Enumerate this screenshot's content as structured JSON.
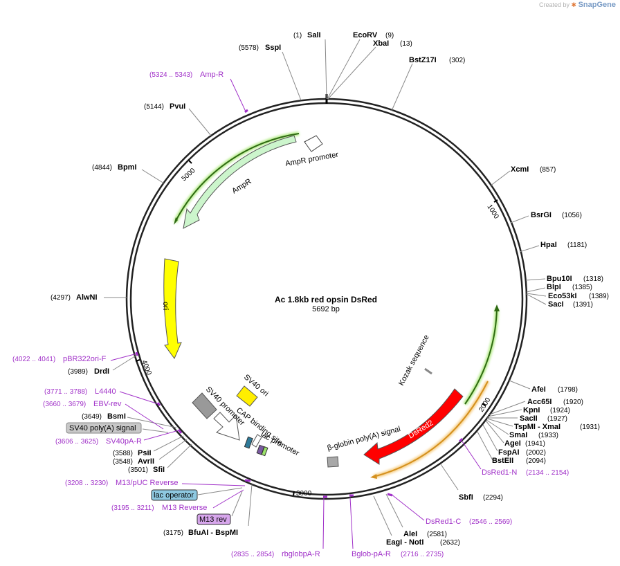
{
  "watermark": {
    "prefix": "Created by",
    "brand": "SnapGene"
  },
  "plasmid": {
    "name": "Ac 1.8kb red opsin DsRed",
    "length_label": "5692 bp",
    "length": 5692
  },
  "ticks": [
    {
      "bp": 1000,
      "label": "1000"
    },
    {
      "bp": 2000,
      "label": "2000"
    },
    {
      "bp": 3000,
      "label": "3000"
    },
    {
      "bp": 4000,
      "label": "4000"
    },
    {
      "bp": 5000,
      "label": "5000"
    }
  ],
  "sites": [
    {
      "name": "SalI",
      "pos": "(1)",
      "bp": 1
    },
    {
      "name": "EcoRV",
      "pos": "(9)",
      "bp": 9
    },
    {
      "name": "XbaI",
      "pos": "(13)",
      "bp": 13
    },
    {
      "name": "BstZ17I",
      "pos": "(302)",
      "bp": 302
    },
    {
      "name": "XcmI",
      "pos": "(857)",
      "bp": 857
    },
    {
      "name": "BsrGI",
      "pos": "(1056)",
      "bp": 1056
    },
    {
      "name": "HpaI",
      "pos": "(1181)",
      "bp": 1181
    },
    {
      "name": "Bpu10I",
      "pos": "(1318)",
      "bp": 1318
    },
    {
      "name": "BlpI",
      "pos": "(1385)",
      "bp": 1385
    },
    {
      "name": "Eco53kI",
      "pos": "(1389)",
      "bp": 1389
    },
    {
      "name": "SacI",
      "pos": "(1391)",
      "bp": 1391
    },
    {
      "name": "AfeI",
      "pos": "(1798)",
      "bp": 1798
    },
    {
      "name": "Acc65I",
      "pos": "(1920)",
      "bp": 1920
    },
    {
      "name": "KpnI",
      "pos": "(1924)",
      "bp": 1924
    },
    {
      "name": "SacII",
      "pos": "(1927)",
      "bp": 1927
    },
    {
      "name": "TspMI - XmaI",
      "pos": "(1931)",
      "bp": 1931
    },
    {
      "name": "SmaI",
      "pos": "(1933)",
      "bp": 1933
    },
    {
      "name": "AgeI",
      "pos": "(1941)",
      "bp": 1941
    },
    {
      "name": "FspAI",
      "pos": "(2002)",
      "bp": 2002
    },
    {
      "name": "BstEII",
      "pos": "(2094)",
      "bp": 2094
    },
    {
      "name": "SbfI",
      "pos": "(2294)",
      "bp": 2294
    },
    {
      "name": "AleI",
      "pos": "(2581)",
      "bp": 2581
    },
    {
      "name": "EagI - NotI",
      "pos": "(2632)",
      "bp": 2632
    },
    {
      "name": "BfuAI - BspMI",
      "pos": "(3175)",
      "bp": 3175
    },
    {
      "name": "SfiI",
      "pos": "(3501)",
      "bp": 3501
    },
    {
      "name": "AvrII",
      "pos": "(3548)",
      "bp": 3548
    },
    {
      "name": "PsiI",
      "pos": "(3588)",
      "bp": 3588
    },
    {
      "name": "BsmI",
      "pos": "(3649)",
      "bp": 3649
    },
    {
      "name": "DrdI",
      "pos": "(3989)",
      "bp": 3989
    },
    {
      "name": "AlwNI",
      "pos": "(4297)",
      "bp": 4297
    },
    {
      "name": "BpmI",
      "pos": "(4844)",
      "bp": 4844
    },
    {
      "name": "PvuI",
      "pos": "(5144)",
      "bp": 5144
    },
    {
      "name": "SspI",
      "pos": "(5578)",
      "bp": 5578
    }
  ],
  "primers": [
    {
      "name": "Amp-R",
      "range": "(5324 .. 5343)"
    },
    {
      "name": "pBR322ori-F",
      "range": "(4022 .. 4041)"
    },
    {
      "name": "L4440",
      "range": "(3771 .. 3788)"
    },
    {
      "name": "EBV-rev",
      "range": "(3660 .. 3679)"
    },
    {
      "name": "SV40pA-R",
      "range": "(3606 .. 3625)"
    },
    {
      "name": "M13/pUC Reverse",
      "range": "(3208 .. 3230)"
    },
    {
      "name": "M13 Reverse",
      "range": "(3195 .. 3211)"
    },
    {
      "name": "rbglobpA-R",
      "range": "(2835 .. 2854)"
    },
    {
      "name": "Bglob-pA-R",
      "range": "(2716 .. 2735)"
    },
    {
      "name": "DsRed1-C",
      "range": "(2546 .. 2569)"
    },
    {
      "name": "DsRed1-N",
      "range": "(2134 .. 2154)"
    }
  ],
  "boxed_labels": [
    {
      "name": "SV40 poly(A) signal",
      "color": "#c8c8c8"
    },
    {
      "name": "lac operator",
      "color": "#8ec8e0"
    },
    {
      "name": "M13 rev",
      "color": "#d7a6ec"
    }
  ],
  "features": [
    {
      "name": "AmpR promoter",
      "color": "#ffffff"
    },
    {
      "name": "AmpR",
      "color": "#ccf5cc"
    },
    {
      "name": "ori",
      "color": "#ffff00"
    },
    {
      "name": "SV40 ori",
      "color": "#ffee00"
    },
    {
      "name": "SV40 promoter",
      "color": "#ffffff"
    },
    {
      "name": "CAP binding site",
      "color": "#2e7a99"
    },
    {
      "name": "lac promoter",
      "color": "#ffffff"
    },
    {
      "name": "β-globin poly(A) signal",
      "color": "#a8a8a8"
    },
    {
      "name": "DsRed2",
      "color": "#ff0000"
    },
    {
      "name": "Kozak sequence",
      "color": "#a0a0a0"
    }
  ],
  "colors": {
    "primer": "#a030c8",
    "backbone": "#222222",
    "green_arc": "#3a8a1e",
    "orange_arc": "#d4901e"
  }
}
